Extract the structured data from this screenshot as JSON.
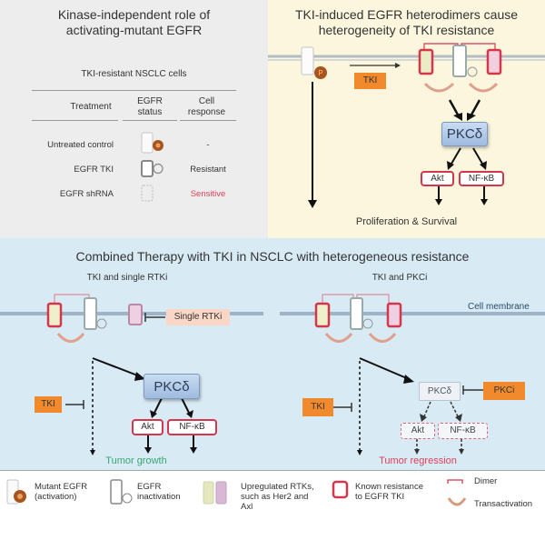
{
  "panel_a": {
    "title_line1": "Kinase-independent role of",
    "title_line2": "activating-mutant EGFR",
    "table_caption": "TKI-resistant NSCLC cells",
    "headers": {
      "treatment": "Treatment",
      "egfr_status_line1": "EGFR",
      "egfr_status_line2": "status",
      "cell_response_line1": "Cell",
      "cell_response_line2": "response"
    },
    "rows": [
      {
        "treatment": "Untreated control",
        "egfr_status_icon": "mutant-egfr-active-icon",
        "response": "-",
        "response_color": "#333333"
      },
      {
        "treatment": "EGFR TKI",
        "egfr_status_icon": "egfr-inactivated-icon",
        "response": "Resistant",
        "response_color": "#333333"
      },
      {
        "treatment": "EGFR shRNA",
        "egfr_status_icon": "egfr-absent-icon",
        "response": "Sensitive",
        "response_color": "#e0405a"
      }
    ]
  },
  "panel_b": {
    "title_line1": "TKI-induced EGFR heterodimers cause",
    "title_line2": "heterogeneity of TKI resistance",
    "tki_label": "TKI",
    "pkc_label": "PKCδ",
    "akt_label": "Akt",
    "nfkb_label": "NF-κB",
    "outcome": "Proliferation & Survival",
    "phospho_label": "P"
  },
  "panel_c": {
    "title": "Combined Therapy with TKI in NSCLC with heterogeneous resistance",
    "left": {
      "subtitle": "TKI and single RTKi",
      "inhibitor_label": "Single RTKi",
      "tki_label": "TKI",
      "pkc_label": "PKCδ",
      "akt_label": "Akt",
      "nfkb_label": "NF-κB",
      "outcome": "Tumor growth",
      "outcome_color": "#3aa676"
    },
    "right": {
      "subtitle": "TKI and PKCi",
      "membrane_label": "Cell membrane",
      "inhibitor_label": "PKCi",
      "tki_label": "TKI",
      "pkc_label": "PKCδ",
      "akt_label": "Akt",
      "nfkb_label": "NF-κB",
      "outcome": "Tumor regression",
      "outcome_color": "#e0405a"
    }
  },
  "legend": {
    "items": [
      {
        "icon": "mutant-egfr-active-icon",
        "line1": "Mutant EGFR",
        "line2": "(activation)"
      },
      {
        "icon": "egfr-inactivated-icon",
        "line1": "EGFR",
        "line2": "inactivation"
      },
      {
        "icon": "upregulated-rtk-icon",
        "line1": "Upregulated RTKs,",
        "line2": "such as Her2 and",
        "line3": "Axl"
      },
      {
        "icon": "known-resistance-icon",
        "line1": "Known resistance",
        "line2": "to EGFR TKI"
      },
      {
        "icon": "dimer-icon",
        "line1": "Dimer"
      },
      {
        "icon": "transactivation-icon",
        "line1": "Transactivation"
      }
    ]
  },
  "colors": {
    "tki_orange": "#f08a2c",
    "resistance_red": "#d4364b",
    "sensitive_red": "#e0405a",
    "growth_green": "#3aa676",
    "panel_a_bg": "#ededed",
    "panel_b_bg": "#fbf6dd",
    "panel_c_bg": "#d8eaf4"
  }
}
